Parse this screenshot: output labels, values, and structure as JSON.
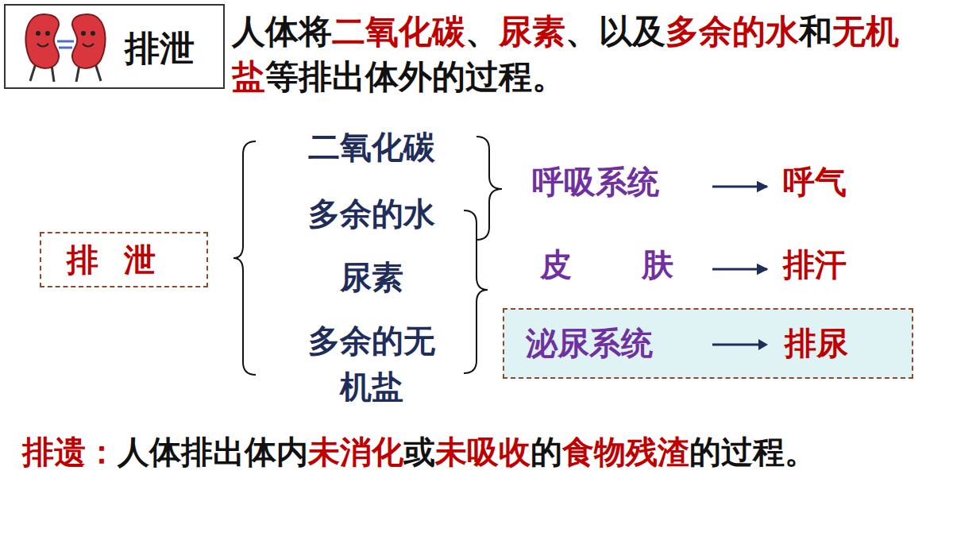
{
  "diagram": {
    "nodes": [
      {
        "text": [
          "排泄"
        ]
      },
      {
        "text": [
          "排泄"
        ]
      },
      {
        "text": [
          "泌尿系统",
          "排尿"
        ]
      }
    ],
    "labels": [
      "人体将",
      "二氧化碳",
      "、",
      "尿素",
      "、以及",
      "多余的水",
      "和",
      "无机盐",
      "等排出体外的过程。",
      "二氧化碳",
      "多余的水",
      "尿素",
      "多余的无机盐",
      "呼吸系统",
      "呼气",
      "皮肤",
      "排汗",
      "排遗：",
      "人体排出体内",
      "未消化",
      "或",
      "未吸收",
      "的",
      "食物残渣",
      "的过程。"
    ]
  }
}
